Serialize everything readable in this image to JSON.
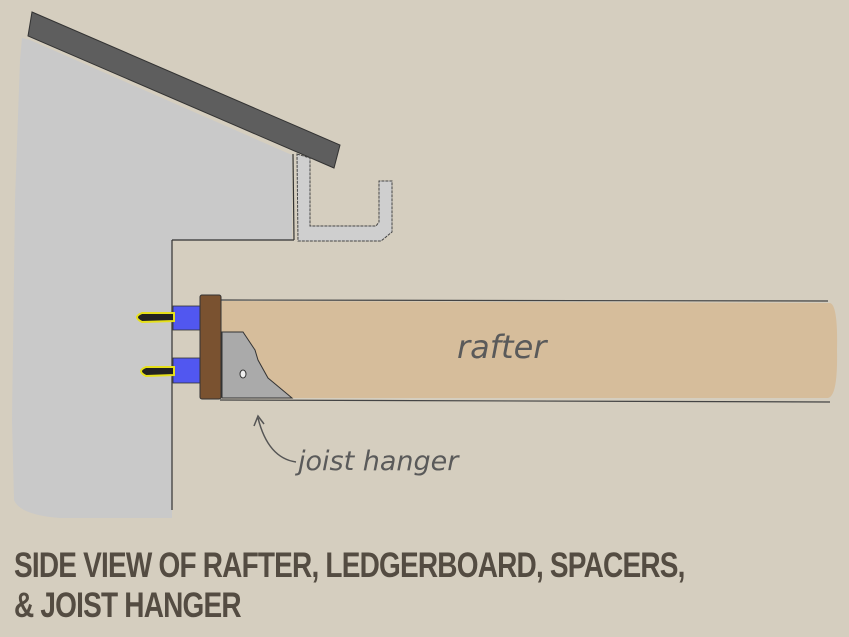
{
  "labels": {
    "rafter": "rafter",
    "joist_hanger": "joist hanger"
  },
  "caption": {
    "line1": "SIDE VIEW OF RAFTER, LEDGERBOARD, SPACERS,",
    "line2": "& JOIST HANGER"
  },
  "colors": {
    "background": "#d5cebf",
    "wall": "#c9c9c9",
    "roof": "#5e5e5e",
    "rafter": "#d6bd9b",
    "ledgerboard": "#7a5230",
    "spacer": "#5157f0",
    "bolt_outline": "#e6e01a",
    "hanger": "#aaaaaa",
    "caption": "#544c42"
  }
}
